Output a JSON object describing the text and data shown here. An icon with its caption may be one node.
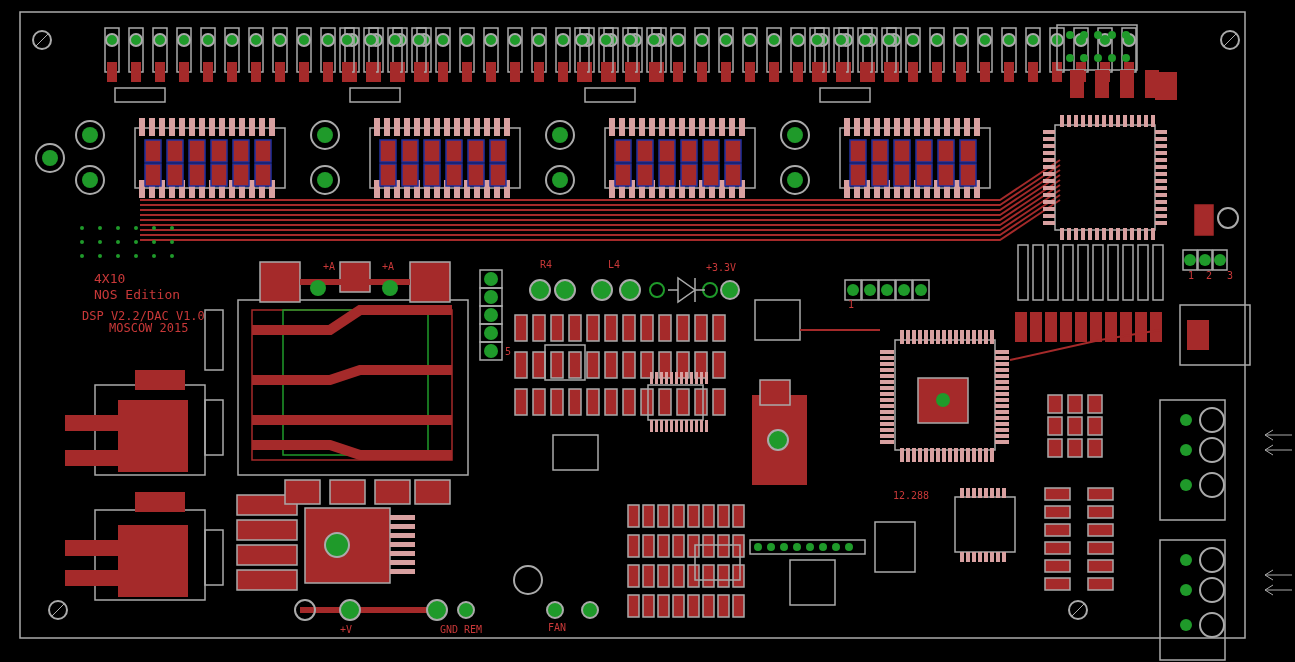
{
  "diagram": {
    "labels": [
      "4X10",
      "NOS Edition",
      "DSP V2.2/DAC V1.0",
      "MOSCOW 2015",
      "+A",
      "+A",
      "R4",
      "L4",
      "+3.3V",
      "1",
      "5",
      "1",
      "2",
      "3",
      "12.288",
      "+V",
      "GND REM",
      "FAN"
    ]
  }
}
